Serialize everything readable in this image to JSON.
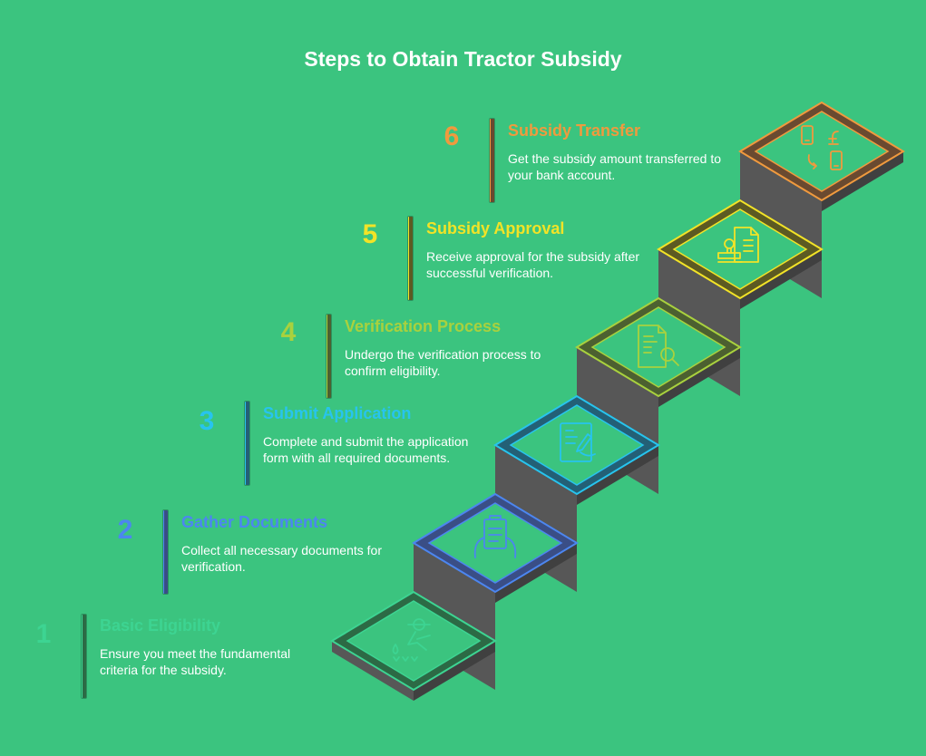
{
  "title": "Steps to Obtain Tractor Subsidy",
  "colors": {
    "background": "#3bc47f",
    "riser_front": "#575757",
    "riser_side": "#404040"
  },
  "steps": [
    {
      "number": "1",
      "title": "Basic Eligibility",
      "description": "Ensure you meet the fundamental criteria for the subsidy.",
      "color": "#3dd492",
      "dark": "#2c6a45",
      "icon": "farmer-icon"
    },
    {
      "number": "2",
      "title": "Gather Documents",
      "description": "Collect all necessary documents for verification.",
      "color": "#4c86f0",
      "dark": "#3a4e86",
      "icon": "documents-icon"
    },
    {
      "number": "3",
      "title": "Submit Application",
      "description": "Complete and submit the application form with all required documents.",
      "color": "#27c4ee",
      "dark": "#236076",
      "icon": "application-form-icon"
    },
    {
      "number": "4",
      "title": "Verification Process",
      "description": "Undergo the verification process to confirm eligibility.",
      "color": "#a9d13e",
      "dark": "#4c6030",
      "icon": "document-search-icon"
    },
    {
      "number": "5",
      "title": "Subsidy Approval",
      "description": "Receive approval for the subsidy after successful verification.",
      "color": "#f2e327",
      "dark": "#5c5a22",
      "icon": "approval-stamp-icon"
    },
    {
      "number": "6",
      "title": "Subsidy Transfer",
      "description": "Get the subsidy amount transferred to your bank account.",
      "color": "#f09a3e",
      "dark": "#6a4a30",
      "icon": "money-transfer-icon"
    }
  ]
}
